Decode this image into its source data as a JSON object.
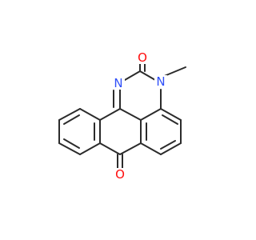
{
  "molecule": {
    "atoms": [
      {
        "id": "o-carbonyl-top",
        "symbol": "O",
        "color": "#ff0d0d"
      },
      {
        "id": "n-imine",
        "symbol": "N",
        "color": "#3050f8"
      },
      {
        "id": "n-methyl",
        "symbol": "N",
        "color": "#3050f8"
      },
      {
        "id": "o-carbonyl-bottom",
        "symbol": "O",
        "color": "#ff0d0d"
      }
    ],
    "bond_color": "#2b2b2b"
  }
}
